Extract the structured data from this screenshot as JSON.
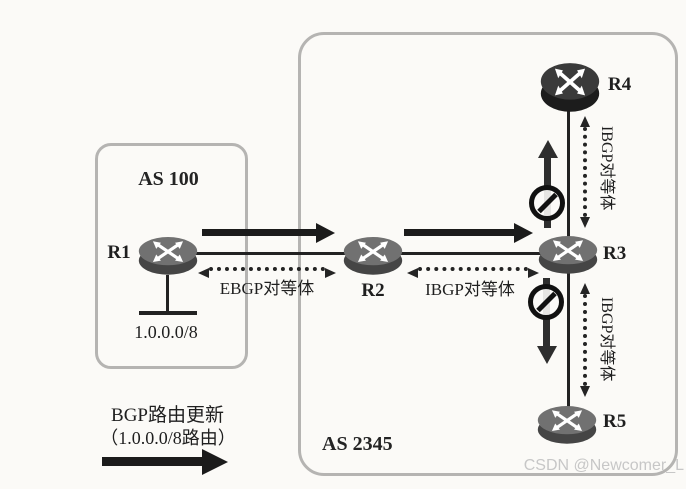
{
  "as_boxes": {
    "as100": {
      "label": "AS 100"
    },
    "as2345": {
      "label": "AS 2345"
    }
  },
  "routers": {
    "r1": {
      "label": "R1"
    },
    "r2": {
      "label": "R2"
    },
    "r3": {
      "label": "R3"
    },
    "r4": {
      "label": "R4"
    },
    "r5": {
      "label": "R5"
    }
  },
  "links": {
    "ebgp_r1_r2": {
      "label": "EBGP对等体"
    },
    "ibgp_r2_r3": {
      "label": "IBGP对等体"
    },
    "ibgp_r3_r4": {
      "label": "IBGP对等体"
    },
    "ibgp_r3_r5": {
      "label": "IBGP对等体"
    }
  },
  "stub_network": {
    "prefix": "1.0.0.0/8"
  },
  "legend": {
    "title": "BGP路由更新",
    "subtitle": "（1.0.0.0/8路由）"
  },
  "watermark": {
    "text": "CSDN @Newcomer_L"
  },
  "colors": {
    "background": "#fbfaf7",
    "box_border": "#b5b4b2",
    "arrow_black": "#1b1b1b",
    "router_gray": "#717171",
    "router_dark": "#3a3a3a",
    "watermark_gray": "#c7c7c7"
  }
}
